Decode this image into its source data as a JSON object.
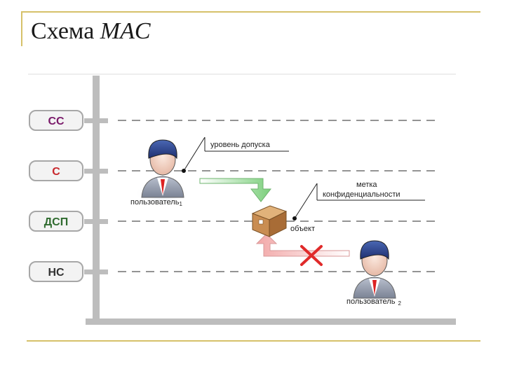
{
  "slide": {
    "title_regular": "Схема ",
    "title_italic": "MAC"
  },
  "levels": [
    {
      "label": "СС",
      "color": "#7a1a6a"
    },
    {
      "label": "С",
      "color": "#c8282d"
    },
    {
      "label": "ДСП",
      "color": "#2f6b2f"
    },
    {
      "label": "НС",
      "color": "#333333"
    }
  ],
  "annotations": {
    "access_level": "уровень допуска",
    "label_line1": "метка",
    "label_line2": "конфиденциальности",
    "object": "объект",
    "user1": "пользователь",
    "user1_index": "1",
    "user2": "пользователь",
    "user2_index": "2"
  },
  "icons": {
    "user1": "user-icon",
    "user2": "user-icon",
    "object": "box-icon",
    "allowed_arrow": "green-arrow-icon",
    "denied_arrow": "red-arrow-icon",
    "deny_mark": "red-x-icon"
  },
  "colors": {
    "frame": "#d6c16a",
    "allowed": "#8cd18c",
    "denied": "#f2b6b6",
    "deny_mark": "#e02a2a"
  }
}
